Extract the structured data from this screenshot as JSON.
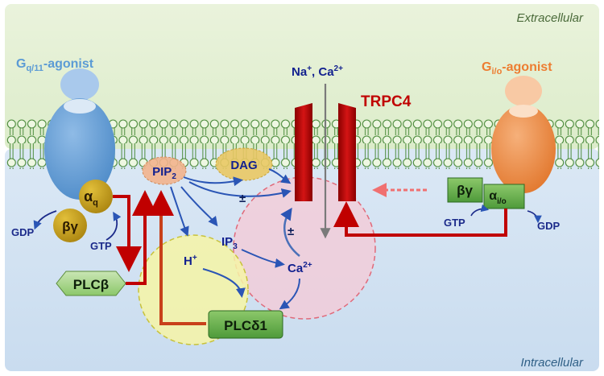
{
  "regions": {
    "extracellular": "Extracellular",
    "intracellular": "Intracellular"
  },
  "receptors": {
    "gq": {
      "main": "G",
      "sub": "q/11",
      "tail": "-agonist",
      "color": "#5b9bd5"
    },
    "gi": {
      "main": "G",
      "sub": "i/o",
      "tail": "-agonist",
      "color": "#ed7d31"
    }
  },
  "channel": {
    "name": "TRPC4",
    "ions": {
      "na": "Na",
      "na_sup": "+",
      "sep": ", Ca",
      "ca_sup": "2+"
    },
    "color": "#c00000"
  },
  "gq_subunits": {
    "alpha": {
      "main": "α",
      "sub": "q"
    },
    "beta_gamma": "βγ",
    "gdp": "GDP",
    "gtp": "GTP"
  },
  "gi_subunits": {
    "beta_gamma": "βγ",
    "alpha": {
      "main": "α",
      "sub": "i/o"
    },
    "gtp": "GTP",
    "gdp": "GDP"
  },
  "molecules": {
    "pip2": {
      "main": "PIP",
      "sub": "2"
    },
    "dag": "DAG",
    "ip3": {
      "main": "IP",
      "sub": "3"
    },
    "h": {
      "main": "H",
      "sup": "+"
    },
    "ca": {
      "main": "Ca",
      "sup": "2+"
    },
    "pm_top": "±",
    "pm_ca": "±"
  },
  "enzymes": {
    "plcb": "PLCβ",
    "plcd1": "PLCδ1"
  },
  "colors": {
    "membrane_head": "#e9f4d8",
    "membrane_outline": "#4a8a3a",
    "arrow_red": "#c00000",
    "arrow_blue": "#2a55b5",
    "gold": "#c8a21a",
    "green_box": "#4e9a3a"
  }
}
